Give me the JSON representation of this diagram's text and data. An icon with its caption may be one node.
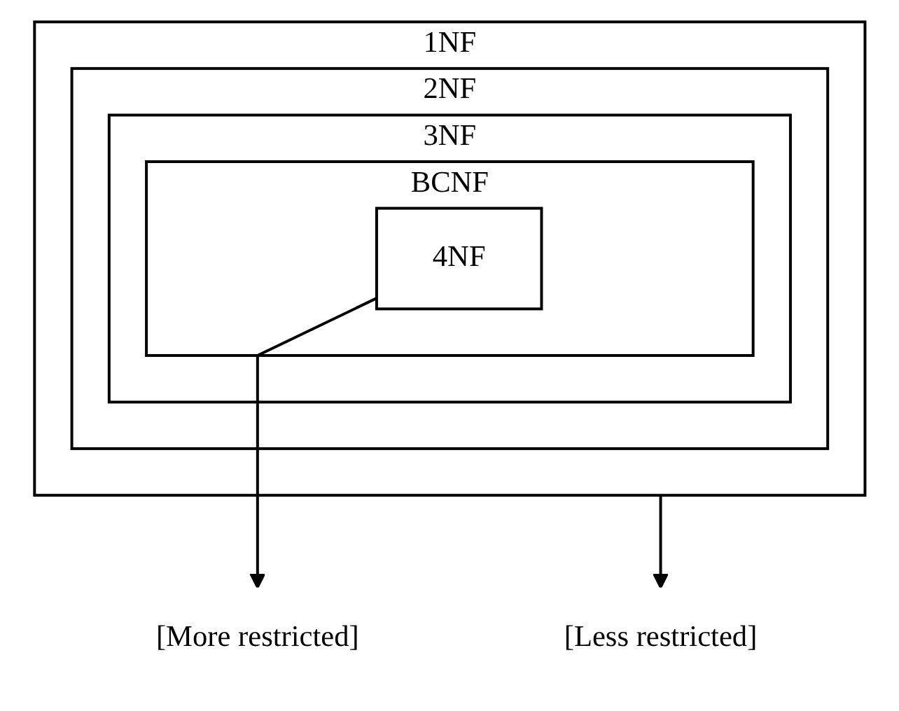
{
  "diagram": {
    "nodes": [
      {
        "text": [
          "1NF"
        ]
      },
      {
        "text": [
          "2NF"
        ],
        "in": 0
      },
      {
        "text": [
          "3NF"
        ],
        "in": 1
      },
      {
        "text": [
          "BCNF"
        ],
        "in": 2
      },
      {
        "text": [
          "4NF"
        ],
        "in": 3
      },
      {
        "text": [
          "[More restricted]"
        ]
      },
      {
        "text": [
          "[Less restricted]"
        ]
      }
    ],
    "edges": [
      {
        "from": 4,
        "to": 5,
        "arrow": "to"
      },
      {
        "from": 0,
        "to": 6,
        "arrow": "to"
      }
    ]
  }
}
